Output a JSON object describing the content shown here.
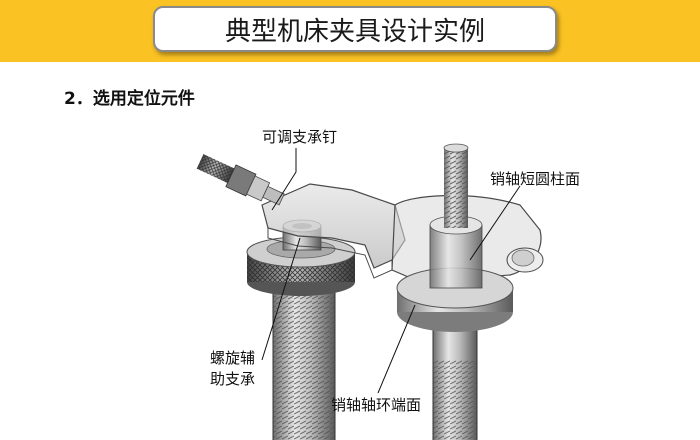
{
  "header": {
    "title": "典型机床夹具设计实例",
    "accent_color": "#fbc224"
  },
  "section": {
    "heading": "2．选用定位元件"
  },
  "figure": {
    "callouts": {
      "adjustable_support_pin": "可调支承钉",
      "pin_short_cylinder": "销轴短圆柱面",
      "auxiliary_support_line1": "螺旋辅",
      "auxiliary_support_line2": "助支承",
      "pin_ring_end_face": "销轴轴环端面"
    }
  }
}
